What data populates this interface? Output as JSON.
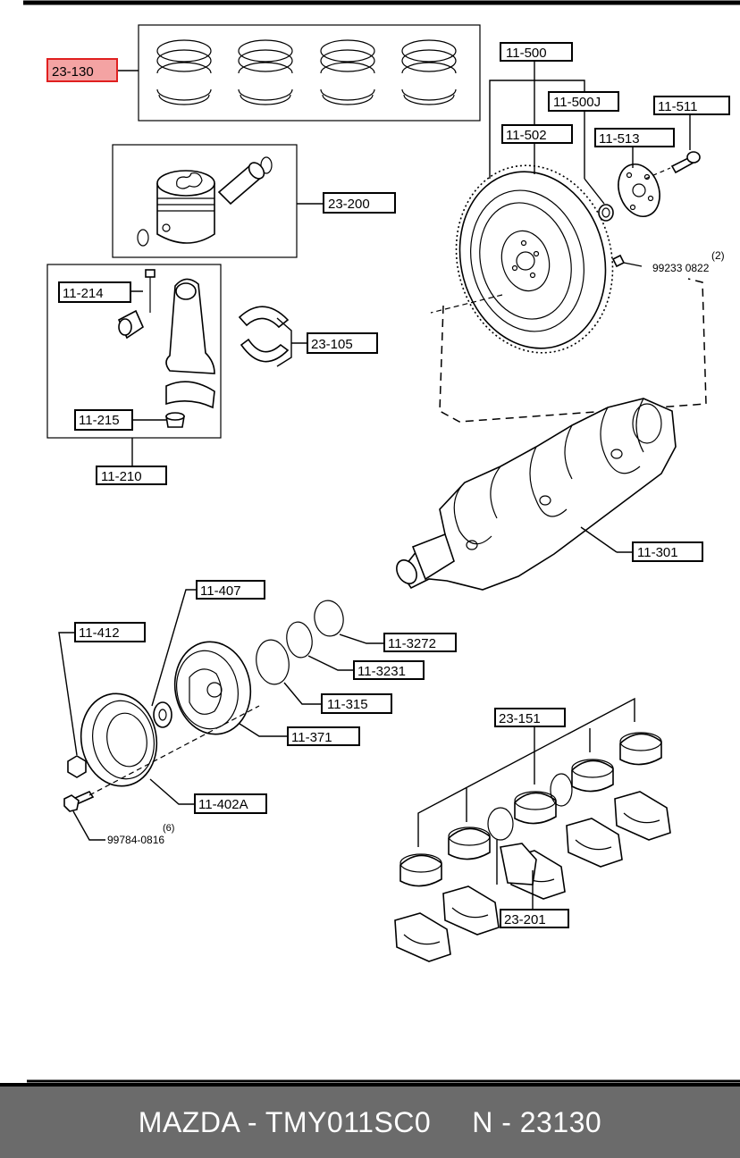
{
  "diagram": {
    "labels": {
      "l23130": "23-130",
      "l23200": "23-200",
      "l11214": "11-214",
      "l11215": "11-215",
      "l11210": "11-210",
      "l23105": "23-105",
      "l11500": "11-500",
      "l11500j": "11-500J",
      "l11502": "11-502",
      "l11513": "11-513",
      "l11511": "11-511",
      "l11301": "11-301",
      "l11407": "11-407",
      "l11412": "11-412",
      "l113272": "11-3272",
      "l113231": "11-3231",
      "l11315": "11-315",
      "l11371": "11-371",
      "l11402a": "11-402A",
      "l23151": "23-151",
      "l23201": "23-201"
    },
    "notes": {
      "bolt_part": "99233 0822",
      "bolt_qty": "(2)",
      "pulley_bolt_part": "99784-0816",
      "pulley_bolt_qty": "(6)"
    },
    "highlight_color": "#f4a3a3"
  },
  "footer": {
    "brand_model": "MAZDA - TMY011SC0",
    "part_number": "N - 23130"
  }
}
